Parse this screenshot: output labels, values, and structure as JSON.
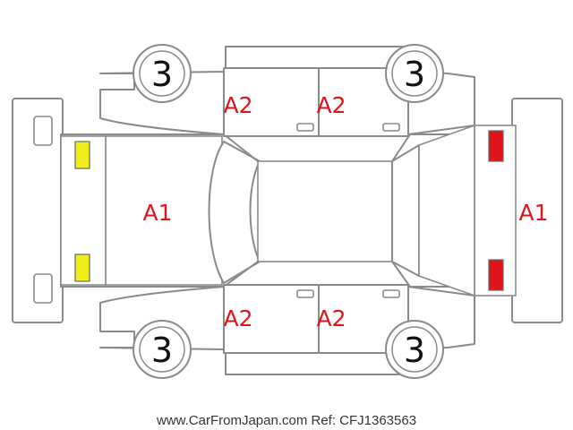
{
  "diagram": {
    "colors": {
      "outline": "#8a8a8a",
      "damage_text": "#e0141c",
      "lamp_front": "#f2ee1a",
      "lamp_rear": "#e0141c"
    },
    "damage_marks": {
      "front_bumper": "A1",
      "rear_bumper": "A1",
      "front_left_door": "A2",
      "rear_left_door": "A2",
      "front_right_door": "A2",
      "rear_right_door": "A2"
    },
    "tires": {
      "front_left": "3",
      "rear_left": "3",
      "front_right": "3",
      "rear_right": "3"
    }
  },
  "footer": {
    "credit": "www.CarFromJapan.com Ref: CFJ1363563"
  }
}
